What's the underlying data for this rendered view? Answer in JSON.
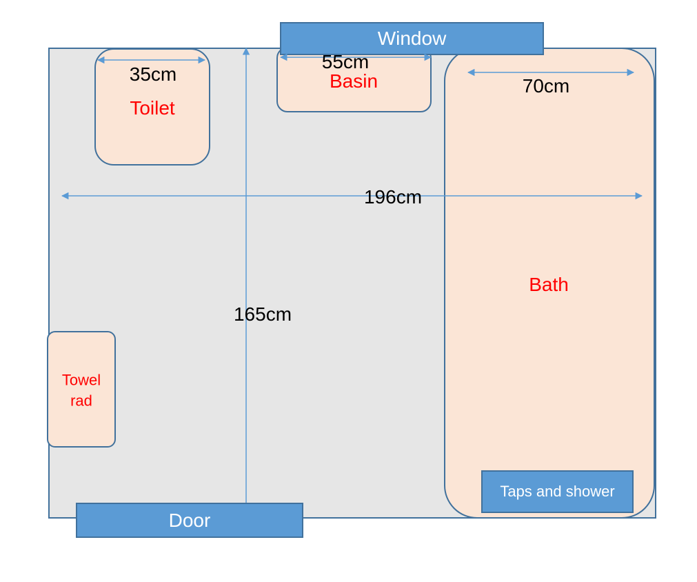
{
  "room": {
    "width_label": "196cm",
    "depth_label": "165cm"
  },
  "window": {
    "label": "Window"
  },
  "door": {
    "label": "Door"
  },
  "toilet": {
    "label": "Toilet",
    "width_label": "35cm"
  },
  "basin": {
    "label": "Basin",
    "width_label": "55cm"
  },
  "bath": {
    "label": "Bath",
    "width_label": "70cm",
    "taps_label": "Taps and shower"
  },
  "towel_rad": {
    "label_line1": "Towel",
    "label_line2": "rad"
  },
  "colors": {
    "floor": "#e6e6e6",
    "fixture_fill": "#fbe5d6",
    "outline": "#41719c",
    "opening_fill": "#5b9bd5",
    "fixture_text": "#ff0000",
    "dimension_line": "#5b9bd5"
  }
}
